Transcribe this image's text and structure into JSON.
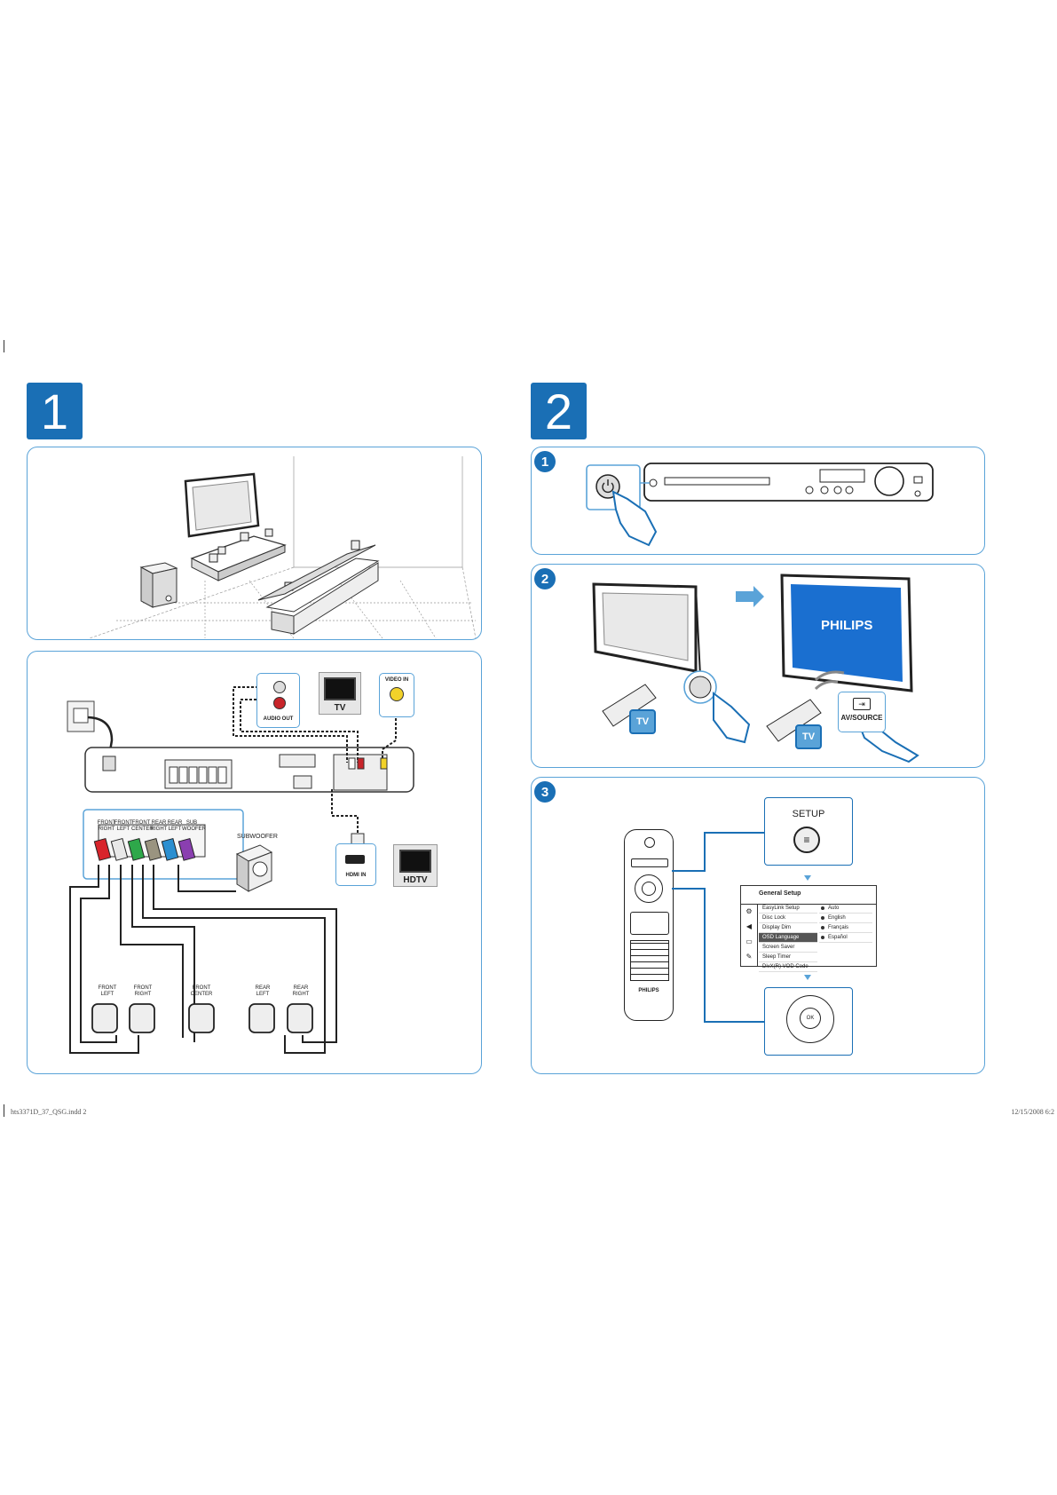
{
  "section1": {
    "number": "1"
  },
  "section2": {
    "number": "2"
  },
  "steps": [
    "1",
    "2",
    "3"
  ],
  "connections": {
    "tv_label": "TV",
    "hdtv_label": "HDTV",
    "audio_out": "AUDIO OUT",
    "video_in": "VIDEO IN",
    "hdmi_in": "HDMI IN",
    "subwoofer": "SUBWOOFER",
    "channel_labels": [
      "FRONT\nRIGHT",
      "FRONT\nLEFT",
      "FRONT\nCENTER",
      "REAR\nRIGHT",
      "REAR\nLEFT",
      "SUB\nWOOFER"
    ],
    "speaker_labels": [
      "FRONT\nLEFT",
      "FRONT\nRIGHT",
      "FRONT\nCENTER",
      "REAR\nLEFT",
      "REAR\nRIGHT"
    ],
    "channel_colors": [
      "#d8242b",
      "#e8e8e8",
      "#2ea84a",
      "#9a9480",
      "#2b8fd0",
      "#8a3fb0"
    ]
  },
  "power_on": {
    "brand": "PHILIPS",
    "tv_badge": "TV",
    "av_source": "AV/SOURCE"
  },
  "setup": {
    "setup_label": "SETUP",
    "ok_label": "OK",
    "remote_brand": "PHILIPS",
    "menu_title": "General Setup",
    "menu_items": [
      "EasyLink Setup",
      "Disc Lock",
      "Display Dim",
      "OSD Language",
      "Screen Saver",
      "Sleep Timer",
      "DivX(R) VOD Code"
    ],
    "menu_selected": "OSD Language",
    "menu_options": [
      "Auto",
      "English",
      "Français",
      "Español"
    ]
  },
  "footer": {
    "left": "hts3371D_37_QSG.indd   2",
    "right": "12/15/2008   6:2"
  }
}
